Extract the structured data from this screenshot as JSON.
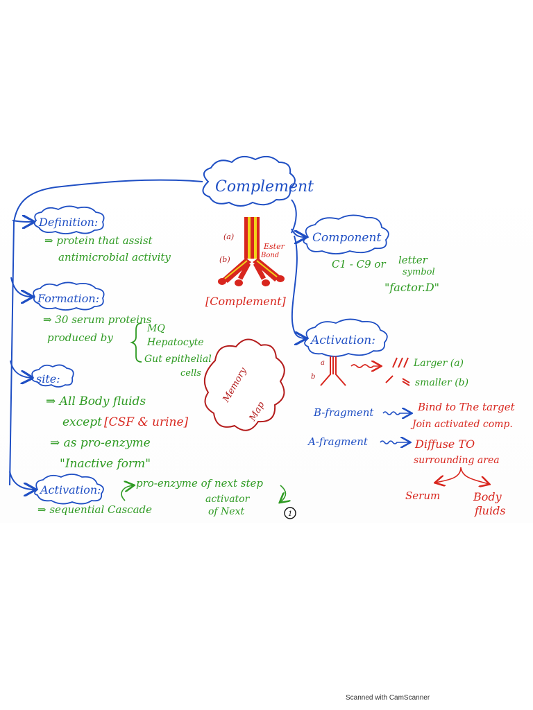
{
  "title": "Complement",
  "colors": {
    "blue": "#1f4fc4",
    "green": "#2e9a22",
    "red": "#d8261e",
    "dark_red": "#b41c1c",
    "yellow": "#f1d21a"
  },
  "definition": {
    "heading": "Definition:",
    "line1": "⇒ protein that assist",
    "line2": "antimicrobial activity"
  },
  "diagram": {
    "label_a": "(a)",
    "label_b": "(b)",
    "ester": "Ester",
    "bond": "Bond",
    "caption": "[Complement]"
  },
  "formation": {
    "heading": "Formation:",
    "line1": "⇒ 30 serum proteins",
    "line2": "produced by",
    "brace_items": [
      "MQ",
      "Hepatocyte",
      "Gut epithelial",
      "cells"
    ]
  },
  "site": {
    "heading": "site:",
    "line1": "⇒ All Body fluids",
    "line2_prefix": "except",
    "line2_bracket": "[CSF & urine]",
    "line3": "⇒ as pro-enzyme",
    "line4": "\"Inactive form\""
  },
  "activation_left": {
    "heading": "Activation:",
    "line1": "⇒ sequential Cascade",
    "note1": "pro-enzyme of next step",
    "note2": "activator",
    "note3": "of Next"
  },
  "memory_blob": {
    "line1": "Memory",
    "line2": "Map"
  },
  "page_number": "1",
  "component": {
    "heading": "Component",
    "line1": "C1 - C9  or",
    "letter1": "letter",
    "letter2": "symbol",
    "letter3": "\"factor.D\""
  },
  "activation_right": {
    "heading": "Activation:",
    "label_a": "a",
    "label_b": "b",
    "larger": "Larger (a)",
    "smaller": "smaller (b)",
    "b_fragment": "B-fragment",
    "b_text1": "Bind to The target",
    "b_text2": "Join activated comp.",
    "a_fragment": "A-fragment",
    "a_text1": "Diffuse TO",
    "a_text2": "surrounding area",
    "serum": "Serum",
    "body1": "Body",
    "body2": "fluids"
  },
  "footer": "Scanned with CamScanner"
}
